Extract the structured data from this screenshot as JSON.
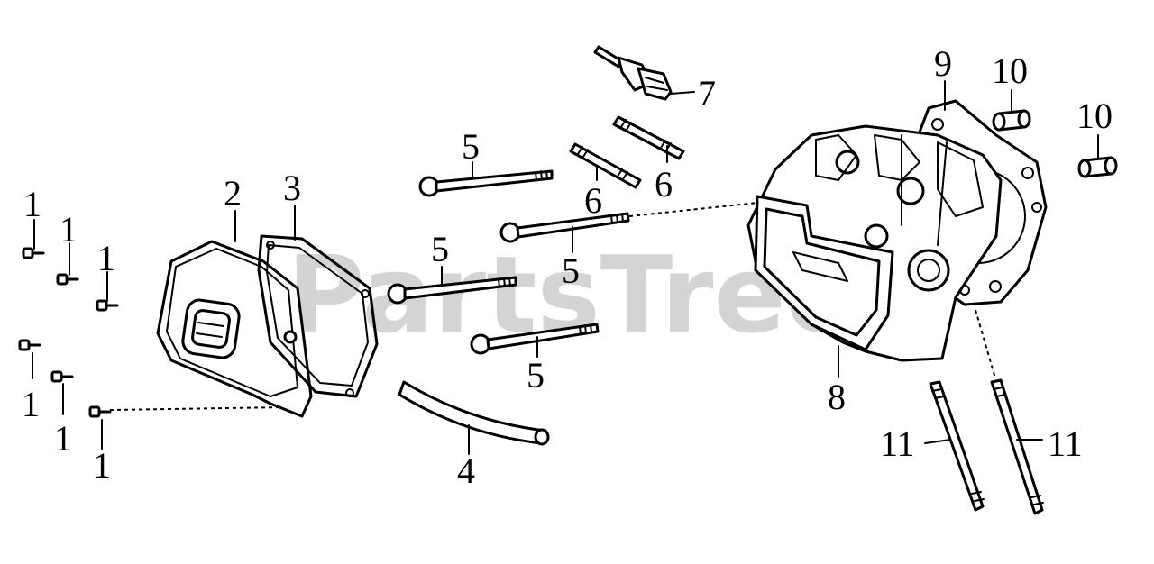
{
  "watermark": "PartsTree",
  "callouts": {
    "c1a": "1",
    "c1b": "1",
    "c1c": "1",
    "c1d": "1",
    "c1e": "1",
    "c1f": "1",
    "c2": "2",
    "c3": "3",
    "c4": "4",
    "c5a": "5",
    "c5b": "5",
    "c5c": "5",
    "c5d": "5",
    "c6a": "6",
    "c6b": "6",
    "c7": "7",
    "c8": "8",
    "c9": "9",
    "c10a": "10",
    "c10b": "10",
    "c11a": "11",
    "c11b": "11"
  }
}
